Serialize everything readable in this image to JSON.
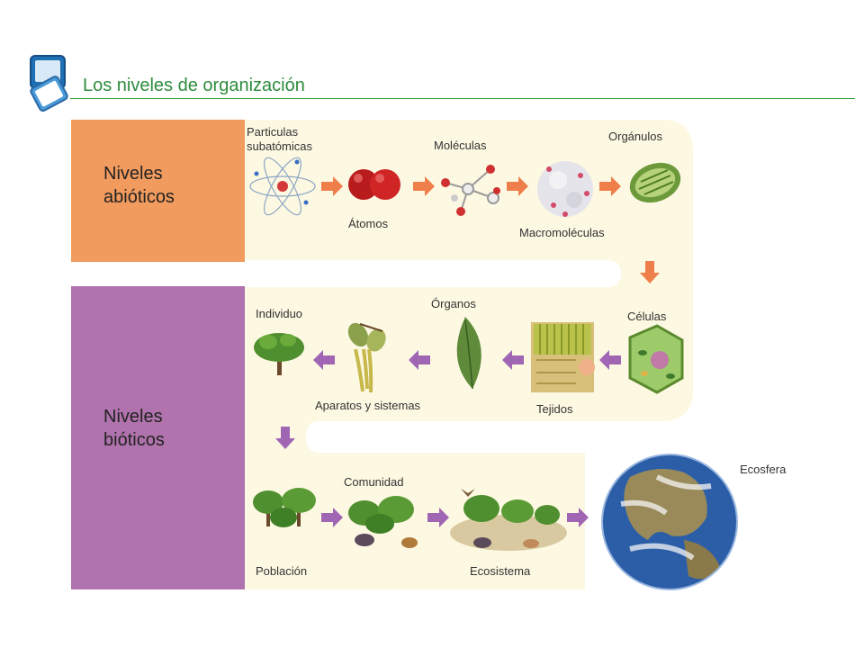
{
  "title": "Los niveles de organización",
  "sides": {
    "abiotic": "Niveles\nabióticos",
    "biotic": "Niveles\nbióticos"
  },
  "labels": {
    "subatomic": "Particulas\nsubatómicas",
    "atoms": "Átomos",
    "molecules": "Moléculas",
    "macromolecules": "Macromoléculas",
    "organelles": "Orgánulos",
    "cells": "Células",
    "tissues": "Tejidos",
    "organs": "Órganos",
    "systems": "Aparatos y sistemas",
    "individual": "Individuo",
    "population": "Población",
    "community": "Comunidad",
    "ecosystem": "Ecosistema",
    "ecosphere": "Ecosfera"
  },
  "colors": {
    "title": "#2d8c3c",
    "abiotic": "#f19b5e",
    "biotic": "#b073ad",
    "track": "#fdf8e2",
    "arrow_orange": "#ef7f4a",
    "arrow_purple": "#a066b4"
  }
}
